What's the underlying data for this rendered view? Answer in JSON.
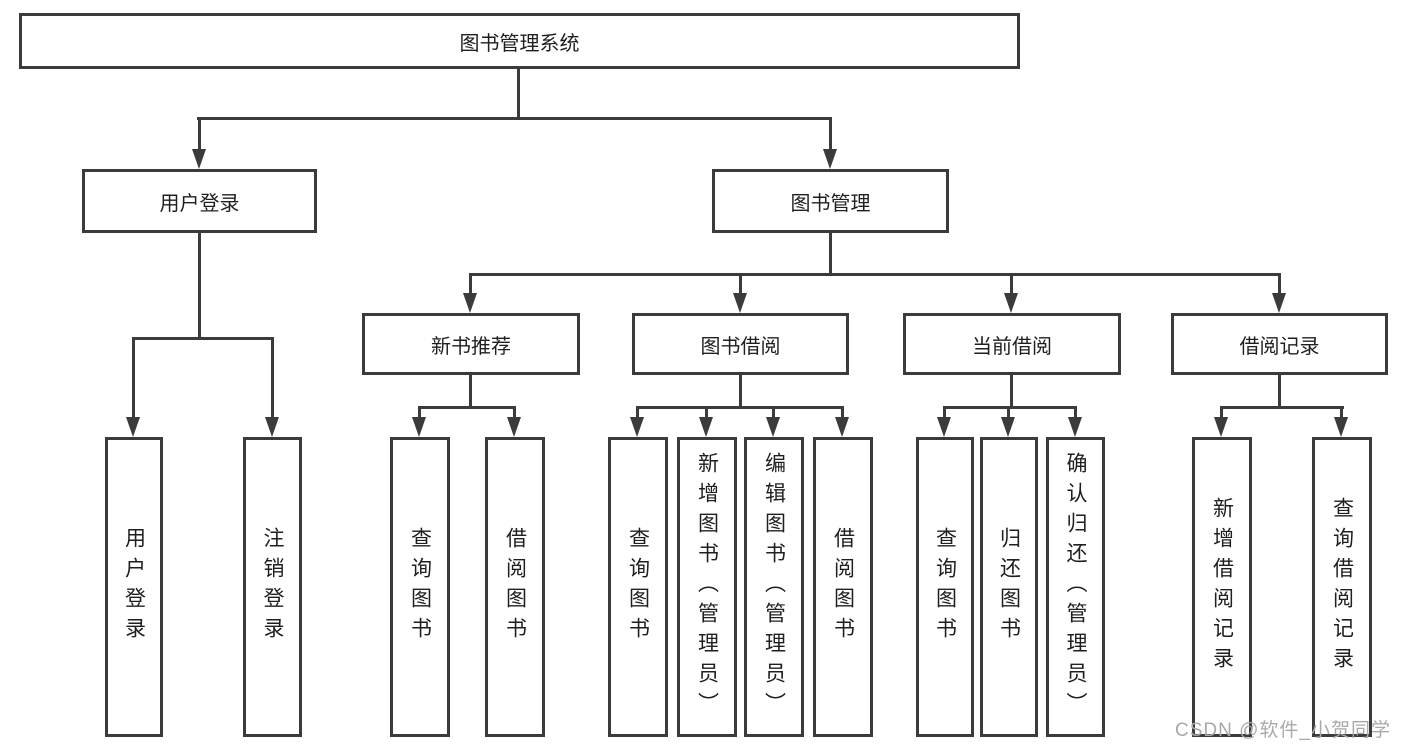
{
  "colors": {
    "line": "#3b3b3b",
    "text": "#1f1f1f",
    "bg": "#ffffff",
    "watermark": "#a9a9a9"
  },
  "tree": {
    "root": {
      "label": "图书管理系统"
    },
    "level1": [
      {
        "label": "用户登录"
      },
      {
        "label": "图书管理"
      }
    ],
    "level2": [
      {
        "label": "新书推荐",
        "parent": "图书管理"
      },
      {
        "label": "图书借阅",
        "parent": "图书管理"
      },
      {
        "label": "当前借阅",
        "parent": "图书管理"
      },
      {
        "label": "借阅记录",
        "parent": "图书管理"
      }
    ],
    "leaves": {
      "user_login": [
        {
          "label": "用户登录"
        },
        {
          "label": "注销登录"
        }
      ],
      "new_book_recommend": [
        {
          "label": "查询图书"
        },
        {
          "label": "借阅图书"
        }
      ],
      "book_borrowing": [
        {
          "label": "查询图书"
        },
        {
          "label": "新增图书（管理员）"
        },
        {
          "label": "编辑图书（管理员）"
        },
        {
          "label": "借阅图书"
        }
      ],
      "current_borrowing": [
        {
          "label": "查询图书"
        },
        {
          "label": "归还图书"
        },
        {
          "label": "确认归还（管理员）"
        }
      ],
      "borrowing_records": [
        {
          "label": "新增借阅记录"
        },
        {
          "label": "查询借阅记录"
        }
      ]
    }
  },
  "watermark": {
    "text": "CSDN @软件_小贺同学"
  }
}
